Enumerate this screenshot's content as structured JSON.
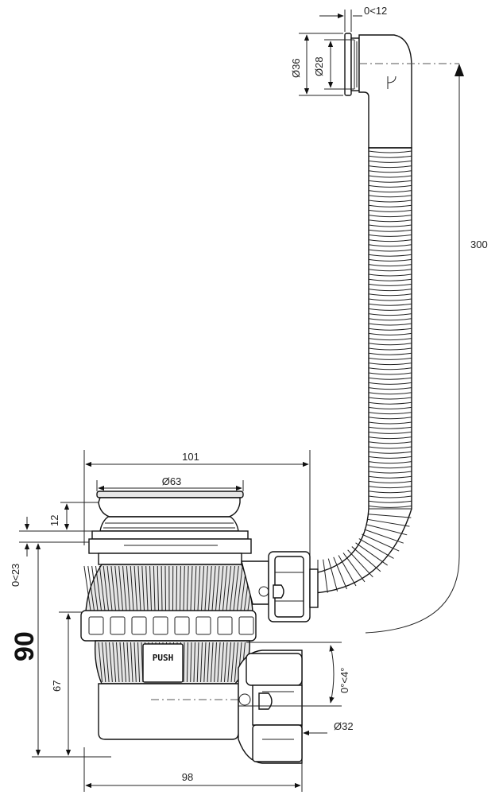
{
  "dimensions": {
    "overflow_gap": "0<12",
    "overflow_outer_diameter": "Ø36",
    "overflow_inner_diameter": "Ø28",
    "hose_length": "300",
    "total_width": "101",
    "plug_diameter": "Ø63",
    "plug_height": "12",
    "adjust_range": "0<23",
    "total_height": "90",
    "body_height": "67",
    "outlet_angle": "0°<4°",
    "outlet_diameter": "Ø32",
    "base_width": "98"
  },
  "labels": {
    "push_button": "PUSH"
  }
}
